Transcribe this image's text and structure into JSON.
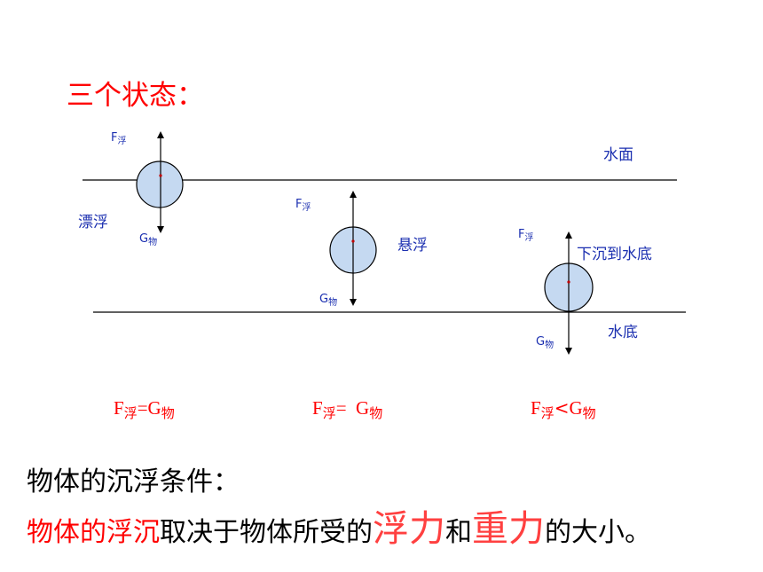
{
  "title": "三个状态：",
  "labels": {
    "water_surface": "水面",
    "water_bottom": "水底",
    "floating": "漂浮",
    "suspended": "悬浮",
    "sinking": "下沉到水底"
  },
  "forces": {
    "F": "F",
    "F_sub": "浮",
    "G": "G",
    "G_sub": "物"
  },
  "conditions": [
    {
      "left": "F",
      "left_sub": "浮",
      "op": "=",
      "right": "G",
      "right_sub": "物"
    },
    {
      "left": "F",
      "left_sub": "浮",
      "op": "=  ",
      "right": "G",
      "right_sub": "物"
    },
    {
      "left": "F",
      "left_sub": "浮",
      "op": "<",
      "right": "G",
      "right_sub": "物"
    }
  ],
  "conclusion": {
    "line1": "物体的沉浮条件：",
    "part1": "物体的浮沉",
    "part2": "取决于物体所受的",
    "part3": "浮力",
    "part4": "和",
    "part5": "重力",
    "part6": "的大小。"
  },
  "colors": {
    "title": "#ff0000",
    "labels": "#1b2fb0",
    "ball_fill": "#c5d9f1",
    "highlight": "#ff4040"
  }
}
